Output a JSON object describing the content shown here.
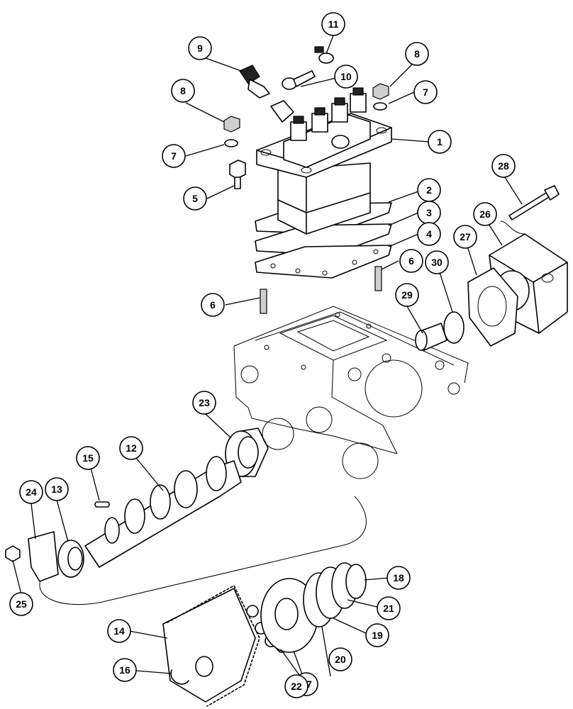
{
  "callouts": [
    {
      "id": "c1",
      "label": "1"
    },
    {
      "id": "c2",
      "label": "2"
    },
    {
      "id": "c3",
      "label": "3"
    },
    {
      "id": "c4",
      "label": "4"
    },
    {
      "id": "c5",
      "label": "5"
    },
    {
      "id": "c6a",
      "label": "6"
    },
    {
      "id": "c6b",
      "label": "6"
    },
    {
      "id": "c7a",
      "label": "7"
    },
    {
      "id": "c7b",
      "label": "7"
    },
    {
      "id": "c8a",
      "label": "8"
    },
    {
      "id": "c8b",
      "label": "8"
    },
    {
      "id": "c9",
      "label": "9"
    },
    {
      "id": "c10",
      "label": "10"
    },
    {
      "id": "c11",
      "label": "11"
    },
    {
      "id": "c12",
      "label": "12"
    },
    {
      "id": "c13",
      "label": "13"
    },
    {
      "id": "c14",
      "label": "14"
    },
    {
      "id": "c15",
      "label": "15"
    },
    {
      "id": "c16",
      "label": "16"
    },
    {
      "id": "c17",
      "label": "17"
    },
    {
      "id": "c18",
      "label": "18"
    },
    {
      "id": "c19",
      "label": "19"
    },
    {
      "id": "c20",
      "label": "20"
    },
    {
      "id": "c21",
      "label": "21"
    },
    {
      "id": "c22",
      "label": "22"
    },
    {
      "id": "c23",
      "label": "23"
    },
    {
      "id": "c24",
      "label": "24"
    },
    {
      "id": "c25",
      "label": "25"
    },
    {
      "id": "c26",
      "label": "26"
    },
    {
      "id": "c27",
      "label": "27"
    },
    {
      "id": "c28",
      "label": "28"
    },
    {
      "id": "c29",
      "label": "29"
    },
    {
      "id": "c30",
      "label": "30"
    }
  ]
}
